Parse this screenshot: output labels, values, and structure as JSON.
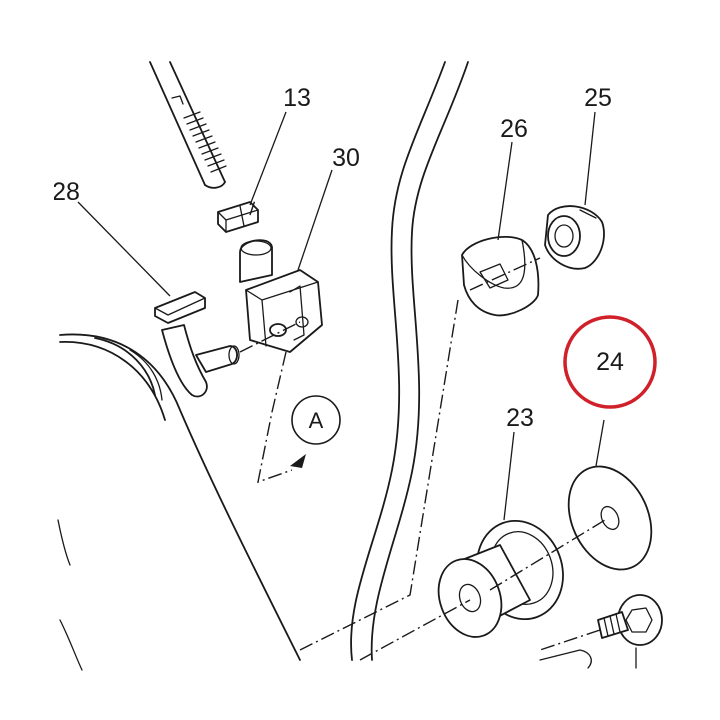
{
  "diagram": {
    "parts": [
      {
        "id": "13",
        "label": "13"
      },
      {
        "id": "30",
        "label": "30"
      },
      {
        "id": "28",
        "label": "28"
      },
      {
        "id": "26",
        "label": "26"
      },
      {
        "id": "25",
        "label": "25"
      },
      {
        "id": "24",
        "label": "24",
        "highlighted": true
      },
      {
        "id": "23",
        "label": "23"
      }
    ],
    "callout": {
      "letter": "A"
    },
    "colors": {
      "line": "#1a1a1a",
      "highlight": "#d0202a",
      "background": "#ffffff"
    }
  }
}
